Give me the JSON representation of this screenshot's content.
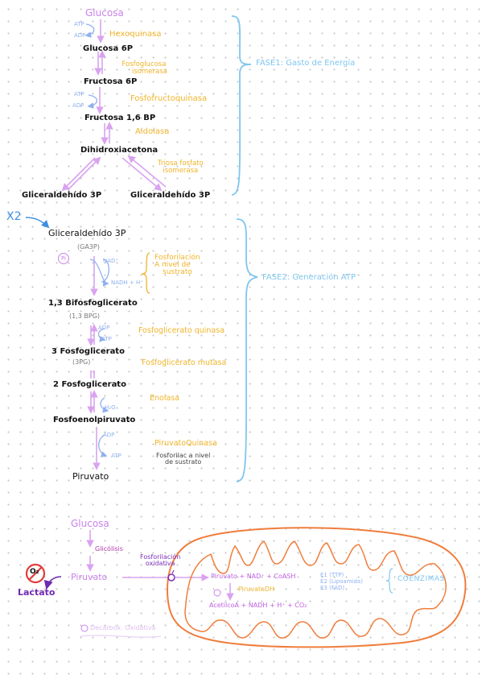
{
  "phase1": {
    "glucosa": "Glucosa",
    "atp": "ATP",
    "adp": "ADP",
    "hexoquinasa": "Hexoquinasa",
    "glucosa6p": "Glucosa 6P",
    "fosfoglucosa_line1": "Fosfoglucosa",
    "fosfoglucosa_line2": "isomerasa",
    "fructosa6p": "Fructosa 6P",
    "atp2": "ATP",
    "adp2": "ADP",
    "fosfofructoquinasa": "Fosfofructoquinasa",
    "fructosa16bp": "Fructosa 1,6 BP",
    "aldolasa": "Aldolasa",
    "dihidroxiacetona": "Dihidroxiacetona",
    "triosa_line1": "Triosa fosfato",
    "triosa_line2": "isomerasa",
    "gliceraldehido_left": "Gliceraldehído 3P",
    "gliceraldehido_right": "Gliceraldehído 3P",
    "phase_label": "FASE1: Gasto de Energía"
  },
  "phase2": {
    "multiplier": "X2",
    "gliceraldehido": "Gliceraldehído 3P",
    "ga3p": "(GA3P)",
    "pi": "Pi",
    "nad": "NAD⁺",
    "nadh": "NADH + H⁺",
    "fosforilacion_line1": "Fosforilación",
    "fosforilacion_line2": "A nivel de",
    "fosforilacion_line3": "sustrato",
    "bifosfoglicerato": "1,3 Bifosfoglicerato",
    "bpg": "(1,3 BPG)",
    "adp": "ADP",
    "atp": "ATP",
    "fosfogliceratoquinasa": "Fosfoglicerato quinasa",
    "fosfoglicerato3": "3 Fosfoglicerato",
    "pg3": "(3PG)",
    "fosfogliceratomutasa": "Fosfoglicerato mutasa",
    "fosfoglicerato2": "2 Fosfoglicerato",
    "h2o": "H₂O",
    "enolasa": "Enolasa",
    "fosfoenolpiruvato": "Fosfoenolpiruvato",
    "adp2": "ADP",
    "atp2": "ATP",
    "piruvatoquinasa": "PiruvatoQuinasa",
    "fosforilac_line1": "Fosforilac a nivel",
    "fosforilac_line2": "de sustrato",
    "piruvato": "Piruvato",
    "phase_label": "FASE2: Generación ATP"
  },
  "bottom": {
    "glucosa": "Glucosa",
    "glicolisis": "Glicólisis",
    "piruvato": "Piruvato",
    "o2": "O₂",
    "lactato": "Lactato",
    "fosforilacion_line1": "Fosforilación",
    "fosforilacion_line2": "oxidativa",
    "reaction": "Piruvato + NAD⁺ + CoASH",
    "piruvatodh": "PiruvatoDH",
    "e1": "E1 (TTP)",
    "e2": "E2 (Lipoamida)",
    "e3": "E3 (FAD)",
    "coenzimas": "COENZIMAS",
    "product": "AcetilcoA + NADH + H⁺ + CO₂",
    "decarbox": "Decarbox. Oxidativa"
  },
  "colors": {
    "pathway_arrow": "#d9a3ef",
    "enzyme": "#f0b429",
    "bracket": "#7fc6ef",
    "mitochondria": "#f07d3c",
    "lactate": "#6e2ab0",
    "no_o2": "#e23b3b"
  }
}
